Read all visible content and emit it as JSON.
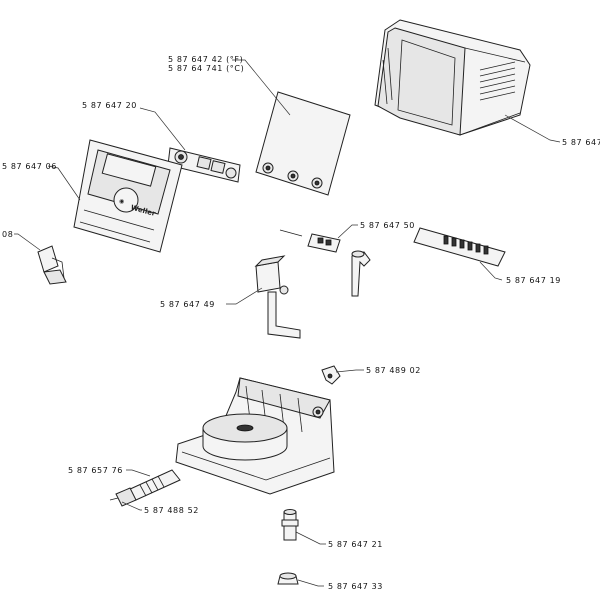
{
  "labels": {
    "housing_cover": "5 87 647",
    "display_board_f": "5 87 647 42 (°F)",
    "display_board_c": "5 87 64 741 (°C)",
    "socket_panel": "5 87 647 20",
    "front_panel": "5 87 647 06",
    "bracket_left": "08",
    "connector": "5 87 647 50",
    "terminal_board": "5 87 647 19",
    "valve": "5 87 647 49",
    "clip": "5 87 489 02",
    "hose_adapter": "5 87 657 76",
    "filter": "5 87 488 52",
    "nozzle": "5 87 647 21",
    "foot": "5 87 647 33"
  },
  "branding": {
    "logo_text": "Weller"
  },
  "colors": {
    "line": "#222222",
    "fill": "#f4f4f4",
    "background": "#ffffff"
  }
}
